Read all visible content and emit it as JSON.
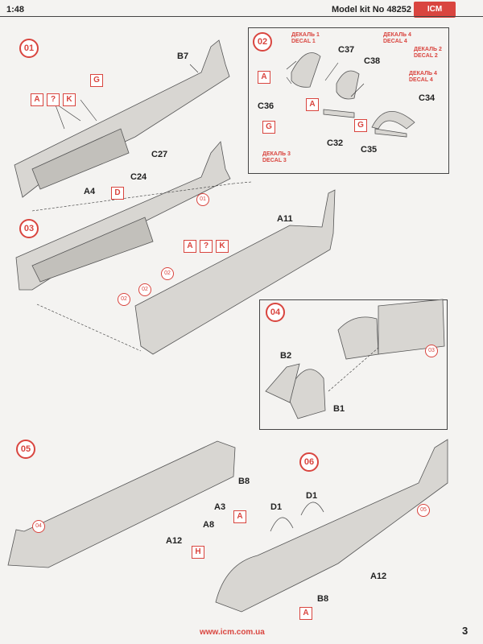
{
  "header": {
    "scale": "1:48",
    "kit": "Model kit No 48252",
    "brand": "ICM"
  },
  "footer": {
    "url": "www.icm.com.ua",
    "page": "3"
  },
  "steps": [
    "01",
    "02",
    "03",
    "04",
    "05",
    "06"
  ],
  "refs": {
    "r01": "01",
    "r02": "02",
    "r03": "03",
    "r04": "04",
    "r05": "05"
  },
  "parts": {
    "B7": "B7",
    "C27": "C27",
    "C24": "C24",
    "A4": "A4",
    "A11": "A11",
    "C37": "C37",
    "C38": "C38",
    "C36": "C36",
    "C32": "C32",
    "C35": "C35",
    "C34": "C34",
    "B2": "B2",
    "B1": "B1",
    "B8": "B8",
    "A3": "A3",
    "A8": "A8",
    "A12": "A12",
    "D1": "D1"
  },
  "colors": {
    "G": "G",
    "A": "A",
    "Q": "?",
    "K": "K",
    "D": "D",
    "H": "H"
  },
  "decals": {
    "d1": "ДЕКАЛЬ 1",
    "d1b": "DECAL 1",
    "d4": "ДЕКАЛЬ 4",
    "d4b": "DECAL 4",
    "d2": "ДЕКАЛЬ 2",
    "d2b": "DECAL 2",
    "d3": "ДЕКАЛЬ 3",
    "d3b": "DECAL 3"
  },
  "accent": "#d9453f"
}
